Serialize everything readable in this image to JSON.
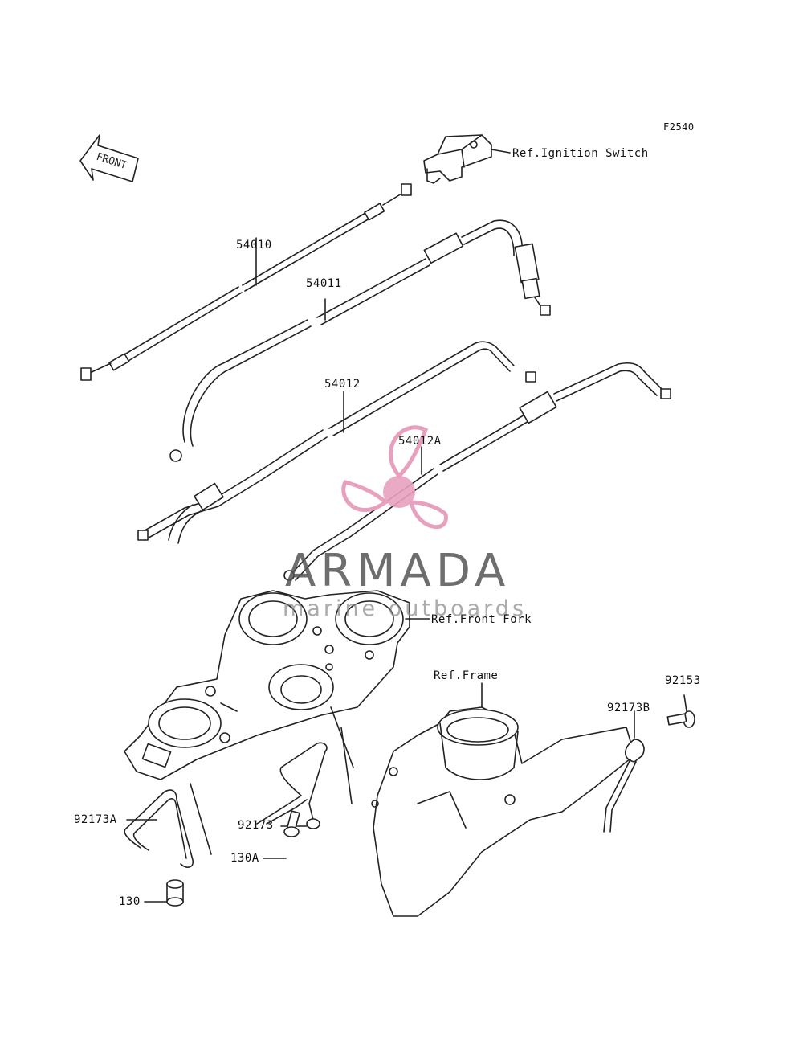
{
  "diagram": {
    "figure_code": "F2540",
    "front_arrow_text": "FRONT",
    "parts": {
      "p54010": "54010",
      "p54011": "54011",
      "p54012": "54012",
      "p54012A": "54012A",
      "p92153": "92153",
      "p92173B": "92173B",
      "p92173A": "92173A",
      "p92173": "92173",
      "p130A": "130A",
      "p130": "130"
    },
    "references": {
      "ignition_switch": "Ref.Ignition Switch",
      "front_fork": "Ref.Front Fork",
      "frame": "Ref.Frame"
    }
  },
  "watermark": {
    "brand": "ARMADA",
    "tagline": "marine outboards",
    "color": "#e8a0bf"
  }
}
